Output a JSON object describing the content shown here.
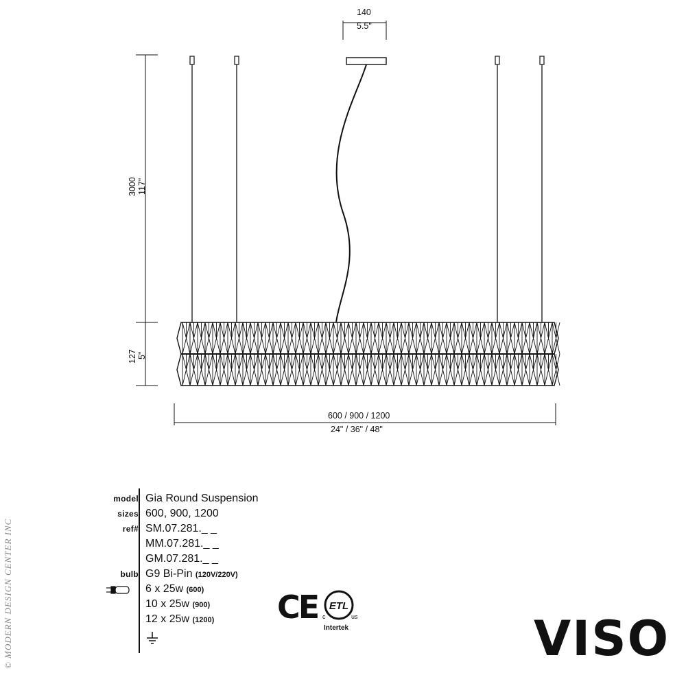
{
  "dimensions": {
    "canopy_mm": "140",
    "canopy_in": "5.5\"",
    "height_mm": "3000",
    "height_in": "117\"",
    "body_height_mm": "127",
    "body_height_in": "5\"",
    "width_mm": "600 / 900 / 1200",
    "width_in": "24\" / 36\" / 48\""
  },
  "specs": {
    "model_label": "model",
    "model_value": "Gia Round Suspension",
    "sizes_label": "sizes",
    "sizes_value": "600, 900, 1200",
    "ref_label": "ref#",
    "ref_values": [
      "SM.07.281._ _",
      "MM.07.281._ _",
      "GM.07.281._ _"
    ],
    "bulb_label": "bulb",
    "bulb_type": "G9 Bi-Pin",
    "bulb_voltage": "(120V/220V)",
    "bulb_counts": [
      {
        "count": "6 x 25w",
        "size": "(600)"
      },
      {
        "count": "10 x 25w",
        "size": "(900)"
      },
      {
        "count": "12 x 25w",
        "size": "(1200)"
      }
    ]
  },
  "certifications": {
    "ce": "CE",
    "etl_lab": "Intertek",
    "etl_c": "c",
    "etl_us": "us",
    "etl_mark": "ETL"
  },
  "brand": {
    "logo": "VISO"
  },
  "watermark": "© MODERN DESIGN CENTER INC",
  "icons": [
    "bulb-icon",
    "ground-icon",
    "ce-mark-icon",
    "etl-listed-icon"
  ],
  "colors": {
    "ink": "#111111",
    "watermark": "#8a8a8a",
    "background": "#ffffff"
  }
}
